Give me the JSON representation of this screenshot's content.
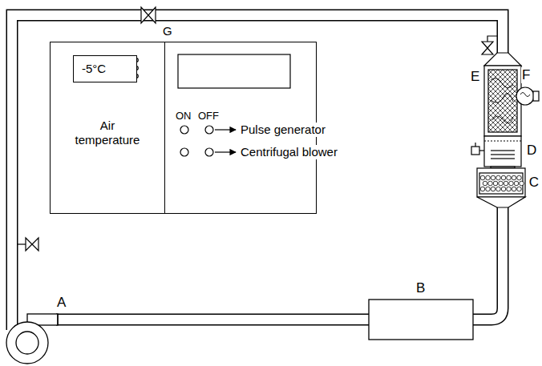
{
  "diagram": {
    "nodes": [
      {
        "text": [
          "G"
        ]
      },
      {
        "text": [
          "Air temperature"
        ],
        "in": 0
      },
      {
        "text": [
          "-5°C"
        ],
        "in": 1
      },
      {
        "text": [
          "ON",
          "OFF"
        ],
        "in": 0
      }
    ],
    "labels": [
      "A",
      "B",
      "C",
      "D",
      "E",
      "F",
      "Pulse generator",
      "Centrifugal blower"
    ]
  }
}
